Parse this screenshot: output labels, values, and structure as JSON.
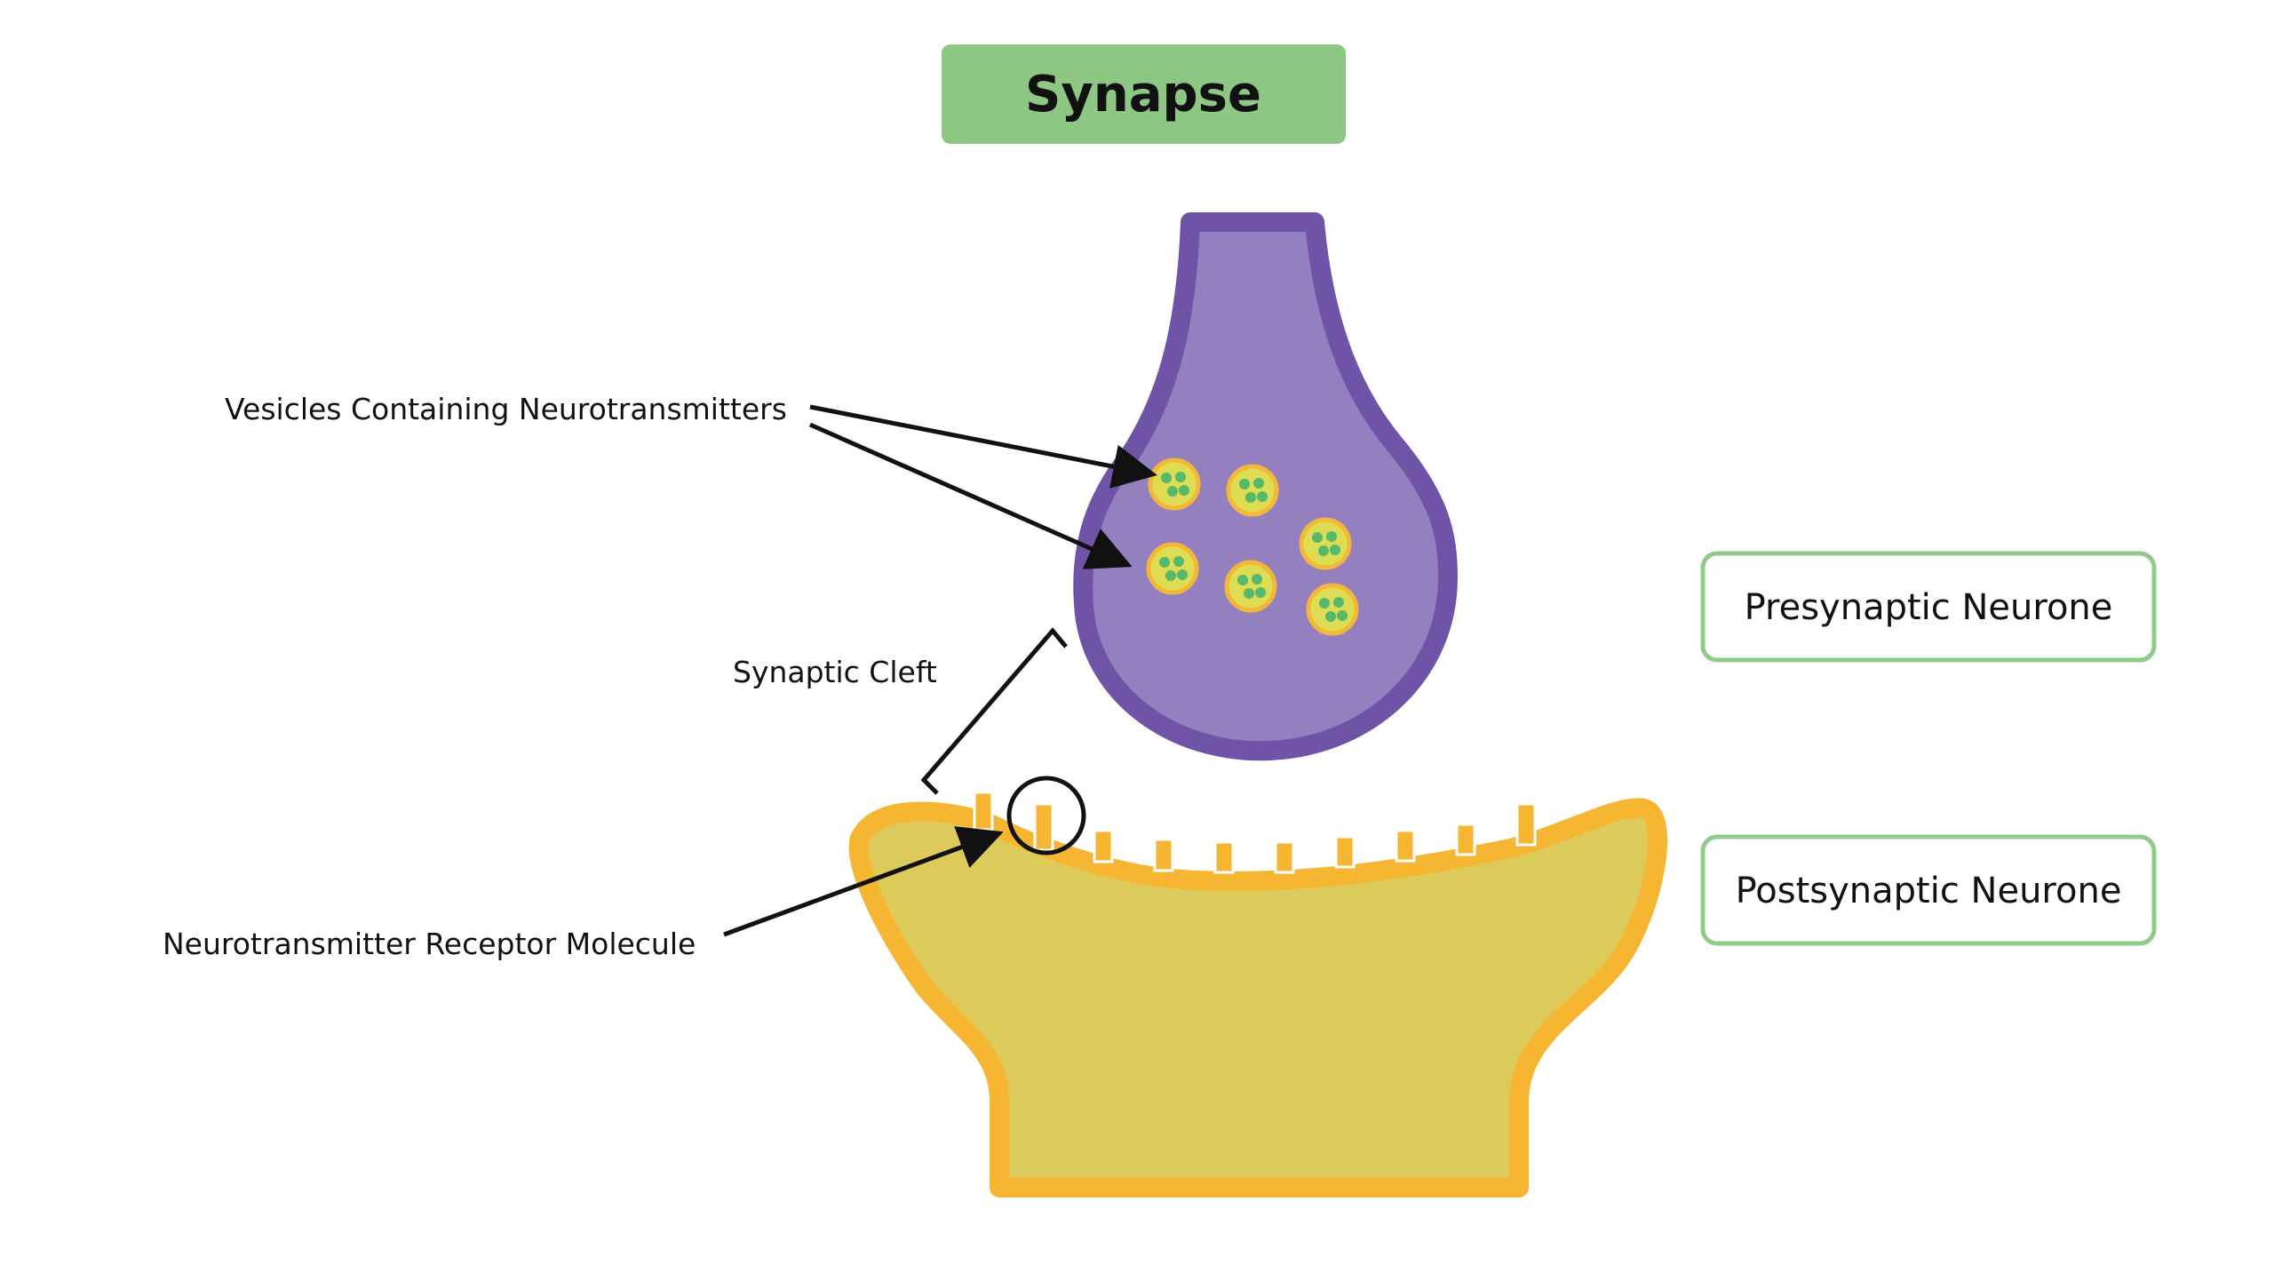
{
  "title": "Synapse",
  "labels": {
    "vesicles": "Vesicles Containing Neurotransmitters",
    "cleft": "Synaptic Cleft",
    "receptor": "Neurotransmitter Receptor Molecule"
  },
  "legend": {
    "presynaptic": "Presynaptic Neurone",
    "postsynaptic": "Postsynaptic Neurone"
  },
  "colors": {
    "title_bg": "#8ec784",
    "legend_border": "#8fcc8a",
    "presynaptic_fill": "#9580bf",
    "presynaptic_border": "#6e53a6",
    "postsynaptic_fill": "#dcca5a",
    "postsynaptic_border": "#f6b632",
    "vesicle_fill": "#dedc52",
    "vesicle_border": "#f3b838",
    "neurotransmitter": "#55b86a"
  }
}
